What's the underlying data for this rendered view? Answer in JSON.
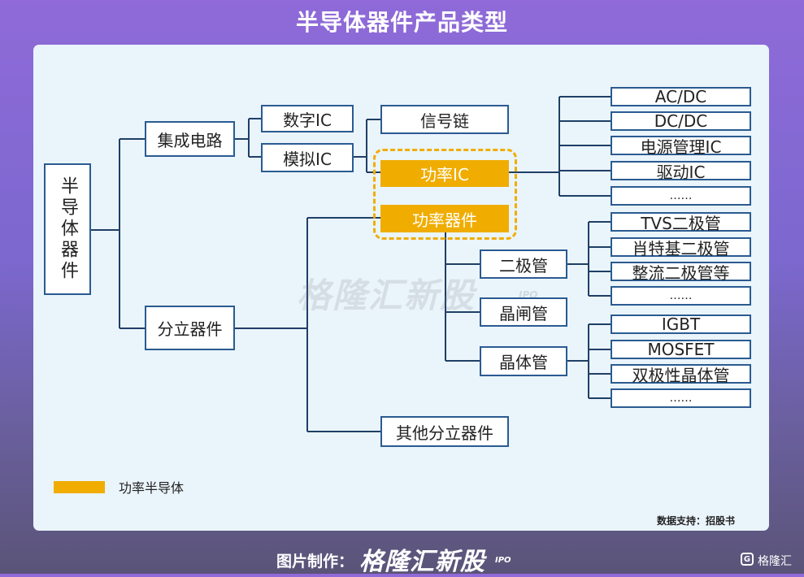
{
  "title": "半导体器件产品类型",
  "nodes": {
    "semiconductor": "半导体器件",
    "ic": "集成电路",
    "discrete": "分立器件",
    "digital_ic": "数字IC",
    "analog_ic": "模拟IC",
    "signal_chain": "信号链",
    "power_ic": "功率IC",
    "power_device": "功率器件",
    "other_discrete": "其他分立器件",
    "diode": "二极管",
    "thyristor": "晶闸管",
    "transistor": "晶体管",
    "ac_dc": "AC/DC",
    "dc_dc": "DC/DC",
    "power_mgmt": "电源管理IC",
    "driver_ic": "驱动IC",
    "ic_more": "……",
    "tvs": "TVS二极管",
    "schottky": "肖特基二极管",
    "rectifier": "整流二极管等",
    "diode_more": "……",
    "igbt": "IGBT",
    "mosfet": "MOSFET",
    "bjt": "双极性晶体管",
    "transistor_more": "……"
  },
  "legend": {
    "label": "功率半导体",
    "color": "#f0ad00"
  },
  "source": "数据支持：招股书",
  "watermark": {
    "brand": "格隆汇新股",
    "sub": "IPO"
  },
  "footer": {
    "label": "图片制作：",
    "brand": "格隆汇新股",
    "sub": "IPO",
    "corner": "格隆汇",
    "corner_icon": "G"
  }
}
